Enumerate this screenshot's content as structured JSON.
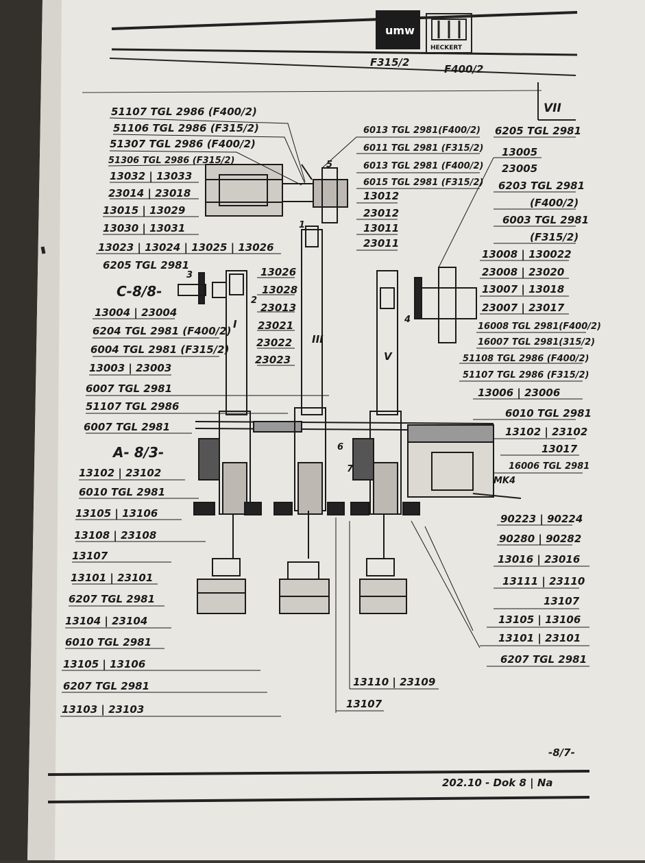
{
  "header": {
    "logo_left": "umw",
    "logo_right": "HECKERT",
    "model_a": "F315/2",
    "model_b": "F400/2",
    "section": "VII"
  },
  "labels": {
    "l1": "51107 TGL 2986 (F400/2)",
    "l2": "51106 TGL 2986 (F315/2)",
    "l3": "51307 TGL 2986 (F400/2)",
    "l4": "51306 TGL 2986 (F315/2)",
    "l5": "13032 | 13033",
    "l6": "23014 | 23018",
    "l7": "13015 | 13029",
    "l8": "13030 | 13031",
    "l9": "13023 | 13024 | 13025 | 13026",
    "l10": "6205 TGL 2981",
    "l11": "C-8/8-",
    "l12": "13004 | 23004",
    "l13": "6204 TGL 2981 (F400/2)",
    "l14": "6004 TGL 2981 (F315/2)",
    "l15": "13003 | 23003",
    "l16": "6007 TGL 2981",
    "l17": "51107 TGL 2986",
    "l18": "6007 TGL 2981",
    "l19": "A- 8/3-",
    "l20": "13102 | 23102",
    "l21": "6010 TGL 2981",
    "l22": "13105 | 13106",
    "l23": "13108 | 23108",
    "l24": "13107",
    "l25": "13101 | 23101",
    "l26": "6207 TGL 2981",
    "l27": "13104 | 23104",
    "l28": "6010 TGL 2981",
    "l29": "13105 | 13106",
    "l30": "6207 TGL 2981",
    "l31": "13103 | 23103",
    "m1": "13026",
    "m2": "13028",
    "m3": "23013",
    "m4": "23021",
    "m5": "23022",
    "m6": "23023",
    "t1": "6013 TGL 2981(F400/2)",
    "t2": "6011 TGL 2981 (F315/2)",
    "t3": "6013 TGL 2981 (F400/2)",
    "t4": "6015 TGL 2981 (F315/2)",
    "t5": "13012",
    "t6": "23012",
    "t7": "13011",
    "t8": "23011",
    "r1": "6205 TGL 2981",
    "r2": "13005",
    "r3": "23005",
    "r4": "6203 TGL 2981",
    "r5": "(F400/2)",
    "r6": "6003 TGL 2981",
    "r7": "(F315/2)",
    "r8": "13008 | 130022",
    "r9": "23008 | 23020",
    "r10": "13007 | 13018",
    "r11": "23007 | 23017",
    "r12": "16008 TGL 2981(F400/2)",
    "r13": "16007 TGL 2981(315/2)",
    "r14": "51108 TGL 2986 (F400/2)",
    "r15": "51107 TGL 2986 (F315/2)",
    "r16": "13006 | 23006",
    "r17": "6010 TGL 2981",
    "r18": "13102 | 23102",
    "r19": "13017",
    "r20": "16006 TGL 2981",
    "r21": "MK4",
    "r22": "90223 | 90224",
    "r23": "90280 | 90282",
    "r24": "13016 | 23016",
    "r25": "13111 | 23110",
    "r26": "13107",
    "r27": "13105 | 13106",
    "r28": "13101 | 23101",
    "r29": "6207 TGL 2981",
    "b1": "13110 | 23109",
    "b2": "13107",
    "shaft1": "I",
    "shaft2": "III",
    "shaft3": "V",
    "n1": "1",
    "n2": "2",
    "n3": "3",
    "n4": "4",
    "n5": "5",
    "n6": "6",
    "n7": "7"
  },
  "footer": {
    "page": "-8/7-",
    "doc": "202.10 - Dok 8 | Na"
  }
}
